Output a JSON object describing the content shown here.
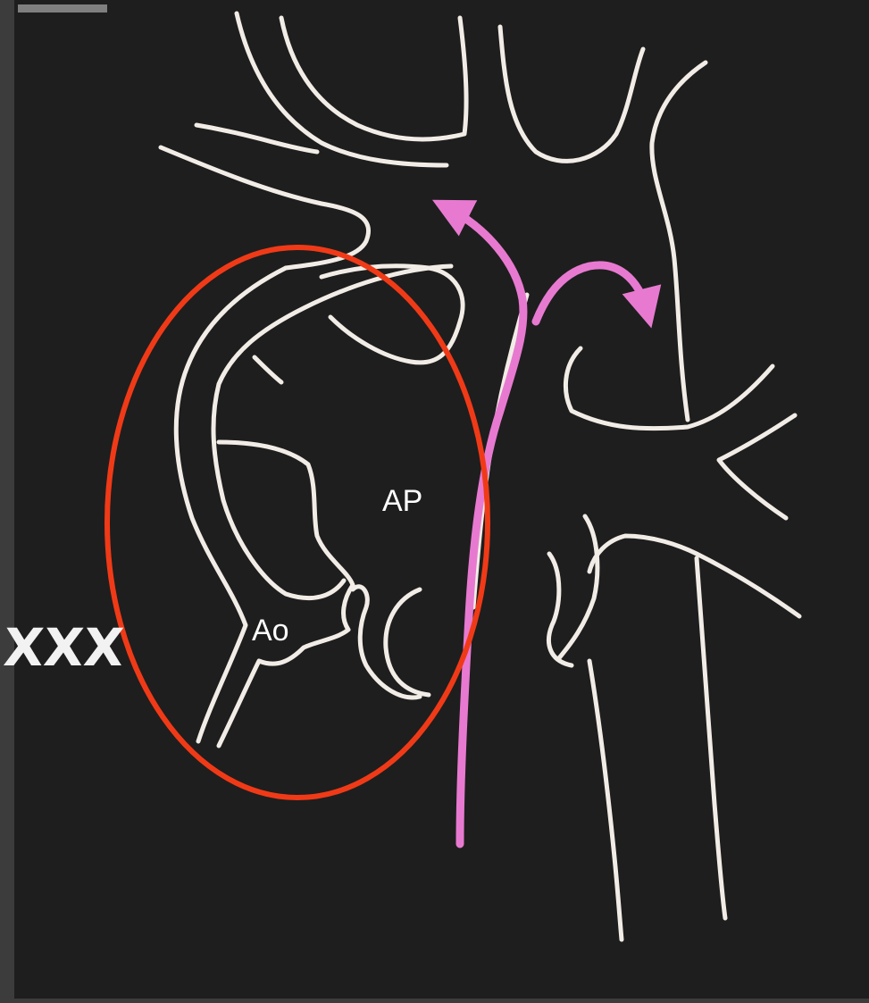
{
  "labels": {
    "ap": "AP",
    "ao": "Ao",
    "xxx": "XXX"
  },
  "colors": {
    "background": "#1e1e1e",
    "frame": "#3c3c3c",
    "vessel_outline": "#f2ece6",
    "flow_arrow": "#e77ad0",
    "highlight_ellipse": "#f03a17"
  },
  "icons": {
    "flow_arrows": "curved-double-arrow-icon"
  }
}
